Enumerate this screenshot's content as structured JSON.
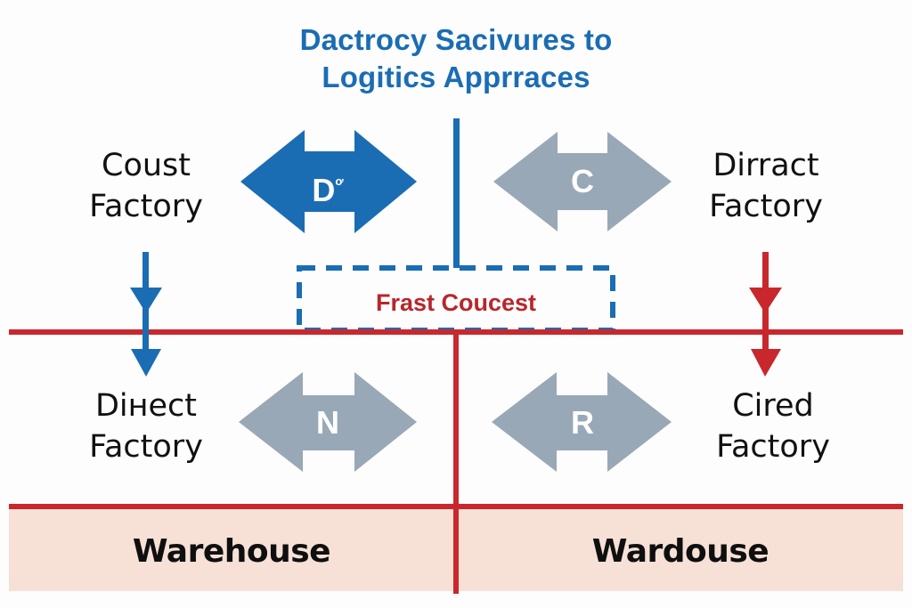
{
  "title": {
    "line1": "Dactrocy Sacivures to",
    "line2": "Logitics Apprraces"
  },
  "colors": {
    "blue": "#1a6db3",
    "gray_arrow": "#98a8b6",
    "red": "#c8282d",
    "warehouse_fill": "#f7e0d6"
  },
  "nodes": {
    "top_left": {
      "line1": "Coust",
      "line2": "Factory"
    },
    "top_right": {
      "line1": "Dirract",
      "line2": "Factory"
    },
    "bottom_left": {
      "line1": "Diнect",
      "line2": "Factory"
    },
    "bottom_right": {
      "line1": "Cired",
      "line2": "Factory"
    }
  },
  "arrows": {
    "top_left": {
      "letter": "D",
      "superscript": "ơ",
      "color": "blue"
    },
    "top_right": {
      "letter": "C",
      "color": "gray"
    },
    "bottom_left": {
      "letter": "N",
      "color": "gray"
    },
    "bottom_right": {
      "letter": "R",
      "color": "gray"
    }
  },
  "center_box": {
    "label": "Frast Coucest"
  },
  "warehouses": {
    "left": "Warehouse",
    "right": "Wardouse"
  }
}
